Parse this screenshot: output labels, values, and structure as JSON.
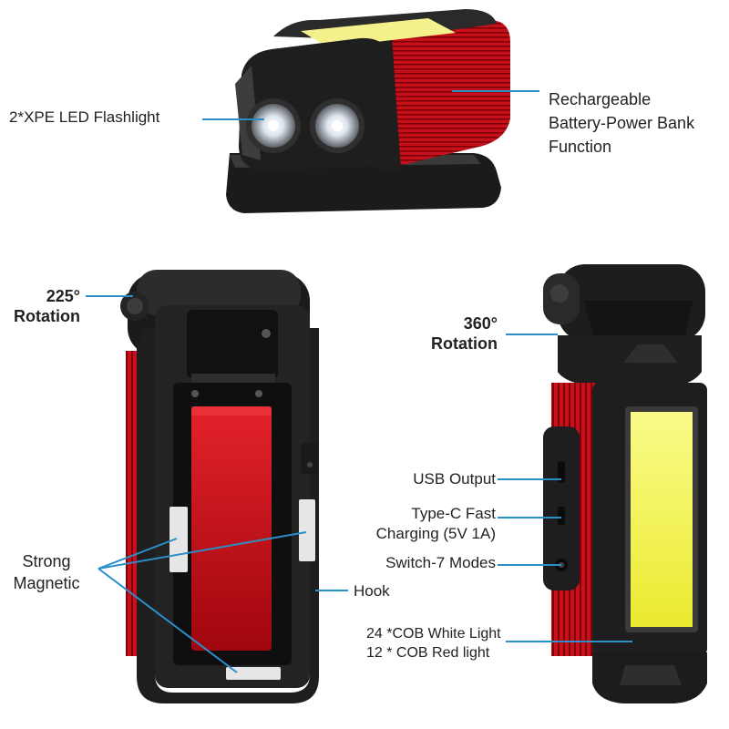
{
  "labels": {
    "flashlight": "2*XPE LED Flashlight",
    "battery": [
      "Rechargeable",
      "Battery-Power Bank",
      "Function"
    ],
    "rotation225": [
      "225°",
      "Rotation"
    ],
    "rotation360": [
      "360°",
      "Rotation"
    ],
    "usb": "USB Output",
    "typec": [
      "Type-C Fast",
      "Charging (5V 1A)"
    ],
    "switch": "Switch-7 Modes",
    "cob": [
      "24 *COB White Light",
      "12 * COB Red light"
    ],
    "magnetic": [
      "Strong",
      "Magnetic"
    ],
    "hook": "Hook"
  },
  "colors": {
    "accent_line": "#2a8fc6",
    "body_red": "#c8101a",
    "frame_black": "#1e1e1e",
    "cob_yellow": "#f2f24a"
  }
}
